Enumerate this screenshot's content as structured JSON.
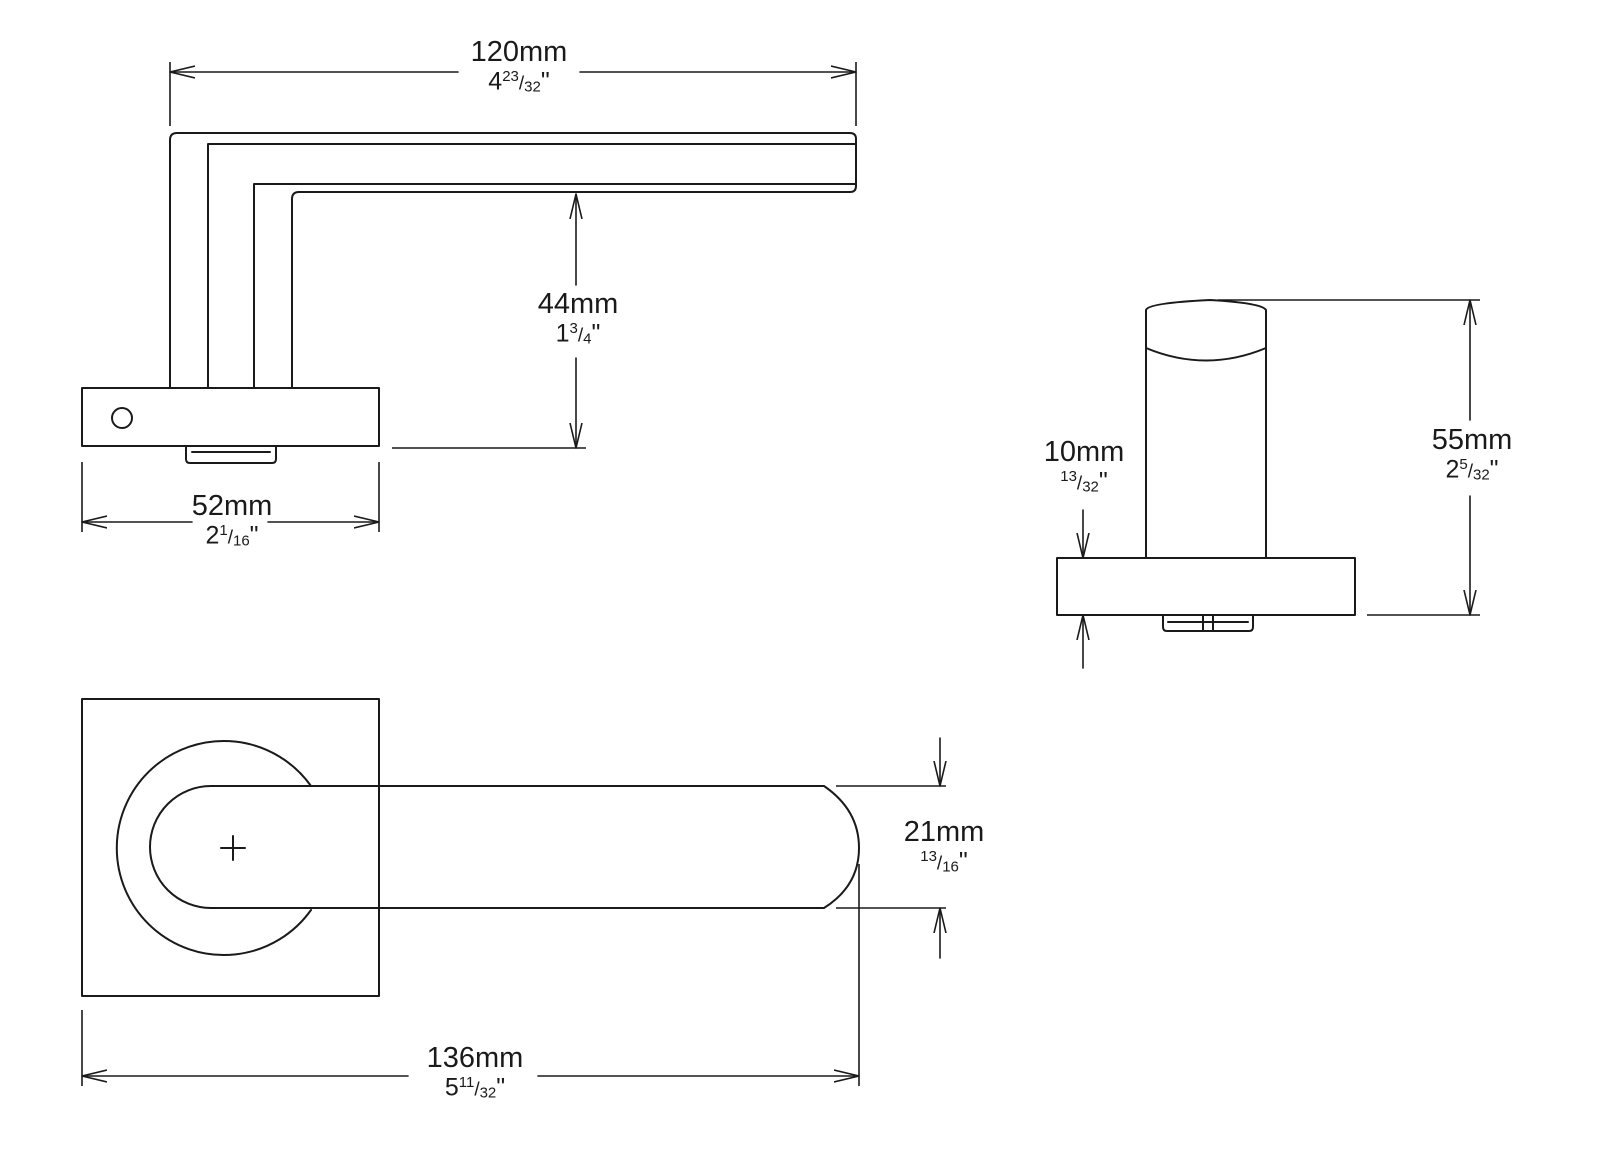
{
  "dimensions": {
    "handle_length": {
      "metric": "120mm",
      "imperial": {
        "whole": "4",
        "num": "23",
        "den": "32"
      }
    },
    "handle_projection": {
      "metric": "44mm",
      "imperial": {
        "whole": "1",
        "num": "3",
        "den": "4"
      }
    },
    "rose_width": {
      "metric": "52mm",
      "imperial": {
        "whole": "2",
        "num": "1",
        "den": "16"
      }
    },
    "rose_thickness": {
      "metric": "10mm",
      "imperial": {
        "whole": "",
        "num": "13",
        "den": "32"
      }
    },
    "overall_height": {
      "metric": "55mm",
      "imperial": {
        "whole": "2",
        "num": "5",
        "den": "32"
      }
    },
    "grip_width": {
      "metric": "21mm",
      "imperial": {
        "whole": "",
        "num": "13",
        "den": "16"
      }
    },
    "overall_length": {
      "metric": "136mm",
      "imperial": {
        "whole": "5",
        "num": "11",
        "den": "32"
      }
    }
  },
  "inch_mark": "\""
}
